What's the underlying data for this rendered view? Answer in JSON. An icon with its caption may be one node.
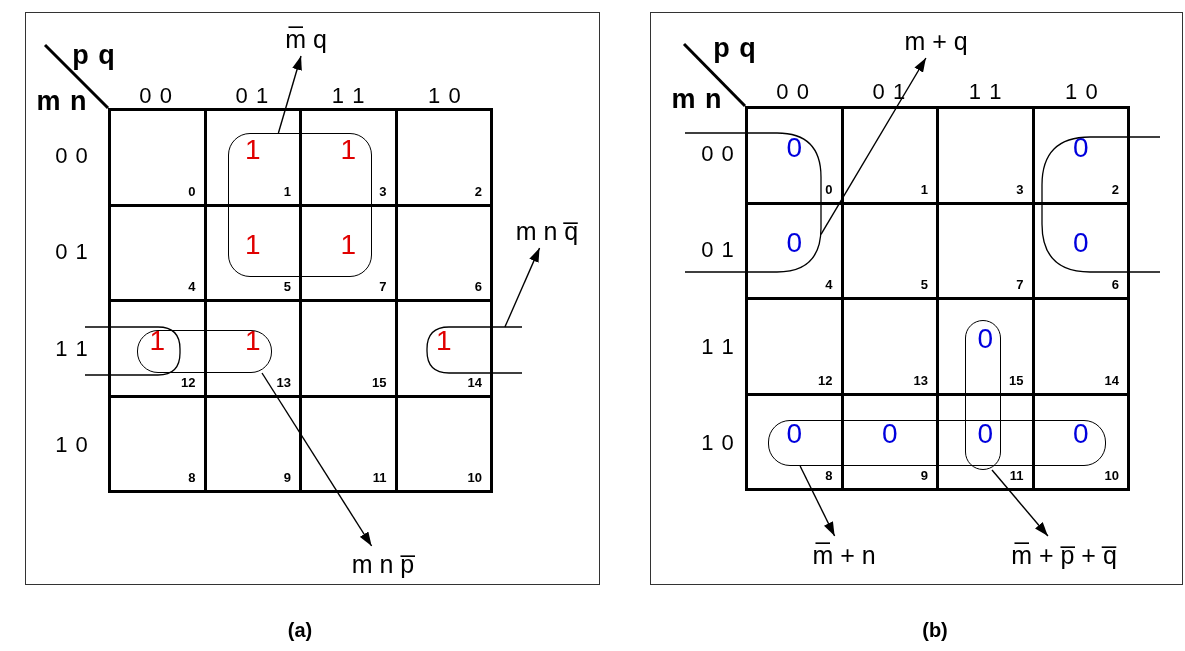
{
  "diagram": {
    "nodes": [
      {
        "text": [
          "m̅ q"
        ]
      },
      {
        "text": [],
        "shape": "box"
      },
      {
        "text": [
          "m n q̅"
        ]
      },
      {
        "text": [],
        "shape": "box"
      },
      {
        "text": [],
        "shape": "box"
      },
      {
        "text": [],
        "shape": "box"
      },
      {
        "text": [
          "m n p̅"
        ]
      },
      {
        "text": [
          "m + q"
        ]
      },
      {
        "text": [],
        "shape": "box"
      },
      {
        "text": [],
        "shape": "box"
      },
      {
        "text": [],
        "shape": "box"
      },
      {
        "text": [],
        "shape": "box"
      },
      {
        "text": [
          "m̅ + n"
        ]
      },
      {
        "text": [
          "m̅ + p̅ + q̅"
        ]
      }
    ],
    "edges": [
      {
        "from": 1,
        "to": 0,
        "arrow": "to"
      },
      {
        "from": 3,
        "to": 2,
        "arrow": "to"
      },
      {
        "from": 5,
        "to": 6,
        "arrow": "to"
      },
      {
        "from": 8,
        "to": 7,
        "arrow": "to"
      },
      {
        "from": 11,
        "to": 12,
        "arrow": "to"
      },
      {
        "from": 10,
        "to": 13,
        "arrow": "to"
      }
    ],
    "labels": [
      "p q",
      "m n",
      "0 0",
      "0 1",
      "1 1",
      "1 0",
      "0 0",
      "0 1",
      "1 1",
      "1 0",
      "0",
      "1",
      "3",
      "2",
      "4",
      "5",
      "7",
      "6",
      "12",
      "13",
      "15",
      "14",
      "8",
      "9",
      "11",
      "10",
      "1",
      "1",
      "1",
      "1",
      "1",
      "1",
      "1",
      "(a)",
      "p q",
      "m n",
      "0 0",
      "0 1",
      "1 1",
      "1 0",
      "0 0",
      "0 1",
      "1 1",
      "1 0",
      "0",
      "1",
      "3",
      "2",
      "4",
      "5",
      "7",
      "6",
      "12",
      "13",
      "15",
      "14",
      "8",
      "9",
      "11",
      "10",
      "0",
      "0",
      "0",
      "0",
      "0",
      "0",
      "0",
      "0",
      "0",
      "(b)"
    ]
  }
}
